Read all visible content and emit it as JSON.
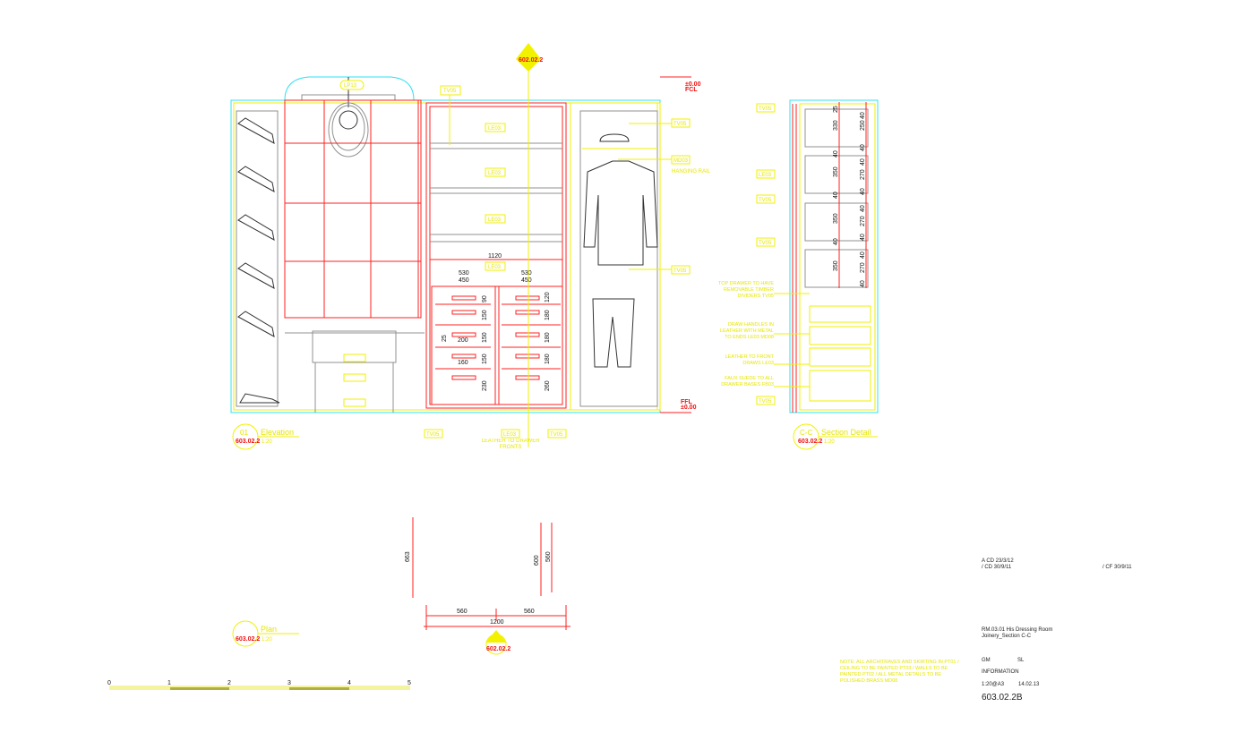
{
  "drawing": {
    "section_marker_top": "602.02.2",
    "fcl_level": "±0.00",
    "fcl_label": "FCL",
    "ffl_label": "FFL",
    "ffl_level": "±0.00",
    "tags": {
      "lp13": "LP13",
      "tv05": "TV05",
      "le03": "LE03",
      "md03": "MD03"
    },
    "hanging_rail": "HANGING RAIL",
    "leather_note": "LEATHER TO DRAWER FRONTS",
    "dims_elevation": {
      "total": "1120",
      "w1": "530",
      "w2": "530",
      "i1": "450",
      "i2": "450",
      "left_drawers": [
        "90",
        "150",
        "150",
        "150",
        "230"
      ],
      "right_drawers": [
        "120",
        "180",
        "180",
        "180",
        "260"
      ],
      "handle_w": "200",
      "handle_w2": "160",
      "handle_h": "25"
    },
    "dims_section": {
      "a": [
        "25",
        "330",
        "40",
        "350",
        "40",
        "350",
        "40",
        "350"
      ],
      "b": [
        "40",
        "250",
        "40",
        "40",
        "270",
        "40",
        "40",
        "270",
        "40",
        "40",
        "270",
        "40"
      ]
    },
    "section_notes": [
      "TOP DRAWER TO HAVE REMOVABLE TIMBER DIVIDERS TV05",
      "DRAW HANDLES IN LEATHER WITH METAL TO ENDS LE03 MD08",
      "LEATHER TO FRONT DRAWS LE03",
      "FAUX SUEDE TO ALL DRAWER BASES FB03"
    ],
    "section_tag": "TV05",
    "titles": [
      {
        "num": "01",
        "name": "Elevation",
        "ref": "603.02.2",
        "scale": "1:20"
      },
      {
        "num": "C-C",
        "name": "Section Detail",
        "ref": "603.02.2",
        "scale": "1:20"
      },
      {
        "num": "",
        "name": "Plan",
        "ref": "603.02.2",
        "scale": "1:20"
      }
    ],
    "plan_dims": {
      "depth": "663",
      "d1": "600",
      "d2": "560",
      "w1": "560",
      "w2": "560",
      "total": "1200",
      "marker": "602.02.2"
    },
    "scale_bar": [
      "0",
      "1",
      "2",
      "3",
      "4",
      "5"
    ]
  },
  "notes": "NOTE: ALL ARCHITRAVES AND SKIRTING IN PT01 / CEILING TO BE PAINTED PT03 / WALLS TO BE PAINTED PT02 / ALL METAL DETAILS TO BE POLISHED BRASS MD08",
  "title_block": {
    "rev_a": "A  CD 23/3/12",
    "rev_b": "/  CD 30/9/11",
    "rev_c": "/  CF 30/9/11",
    "project_line1": "RM.03.01  His  Dressing  Room",
    "project_line2": "Joinery_Section  C-C",
    "drawn": "GM",
    "checked": "SL",
    "status": "INFORMATION",
    "scale": "1:20@A3",
    "date": "14.02.13",
    "number": "603.02.2B"
  }
}
